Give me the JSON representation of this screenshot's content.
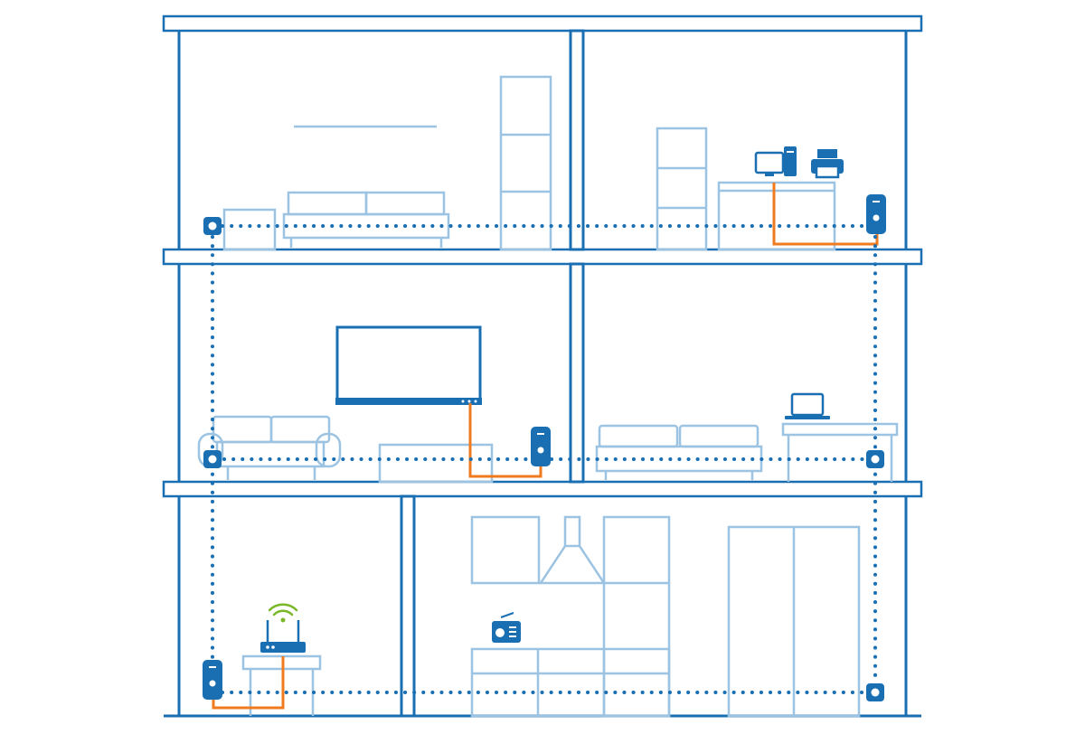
{
  "colors": {
    "structure": "#1a6fb3",
    "furniture": "#9cc3e2",
    "powerline_network": "#1a6fb3",
    "ethernet_cable": "#f07b1e",
    "wifi_signal": "#7ab829",
    "background": "#ffffff"
  },
  "floors": [
    {
      "name": "top-floor",
      "rooms": [
        {
          "name": "living-room",
          "items": [
            "side-table",
            "sofa",
            "shelf-unit",
            "wall-shelf"
          ]
        },
        {
          "name": "office",
          "items": [
            "cabinet",
            "desk",
            "desktop-computer-icon",
            "printer-icon",
            "powerline-adapter-plug"
          ]
        }
      ]
    },
    {
      "name": "middle-floor",
      "rooms": [
        {
          "name": "lounge",
          "items": [
            "armchair-sofa",
            "tv-stand",
            "wall-tv",
            "powerline-adapter-plug"
          ]
        },
        {
          "name": "bedroom",
          "items": [
            "bed",
            "side-desk",
            "laptop-icon",
            "wall-socket"
          ]
        }
      ]
    },
    {
      "name": "ground-floor",
      "rooms": [
        {
          "name": "hallway",
          "items": [
            "router-table",
            "wifi-router-icon",
            "powerline-adapter-plug"
          ]
        },
        {
          "name": "kitchen",
          "items": [
            "wall-cabinets",
            "cooker-hood",
            "counter",
            "radio-icon",
            "tall-cupboard",
            "fridge"
          ]
        }
      ]
    }
  ],
  "icons": [
    "wifi-router-icon",
    "wifi-signal-icon",
    "desktop-computer-icon",
    "printer-icon",
    "laptop-icon",
    "radio-icon",
    "wall-socket-icon",
    "powerline-adapter-icon",
    "tv-icon"
  ]
}
